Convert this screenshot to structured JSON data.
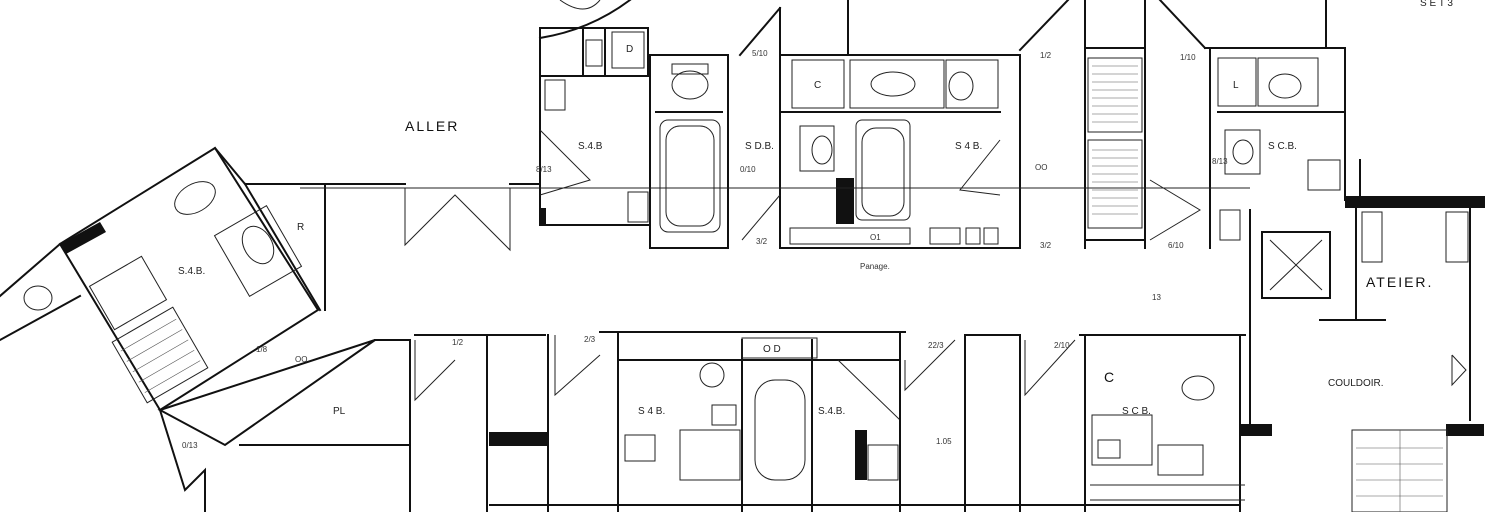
{
  "plan": {
    "rooms": {
      "aller": "ALLER",
      "sdb_top_1": "S.4.B",
      "sdb_top_2": "S D.B.",
      "sdb_top_3": "S 4 B.",
      "scb_top": "S C.B.",
      "sdb_left": "S.4.B.",
      "r_label": "R",
      "passage": "Panage.",
      "ateier": "ATEIER.",
      "couloir": "COULDOIR.",
      "pl": "PL",
      "sdb_bot_1": "S 4 B.",
      "sdb_bot_2": "S.4.B.",
      "scb_bot": "S C B.",
      "top_right": "S E T 3"
    },
    "fixtures": {
      "c_top": "C",
      "l_top": "L",
      "d_top": "D",
      "od_bottom": "O D",
      "o1_top": "O1",
      "c_bottom": "C",
      "oo_top": "OO"
    },
    "dims": {
      "d1": "5/10",
      "d2": "1/2",
      "d3": "0/10",
      "d4": "8/13",
      "d5": "1/10",
      "d6": "3/2",
      "d7": "8/13",
      "d8": "2/3",
      "d9": "1/2",
      "d10": "1.05",
      "d11": "3/2",
      "d12": "22/3",
      "d13": "2/10",
      "d14": "1/8",
      "d15": "OO",
      "d16": "6/10",
      "d17": "0/13",
      "d18": "13"
    }
  }
}
